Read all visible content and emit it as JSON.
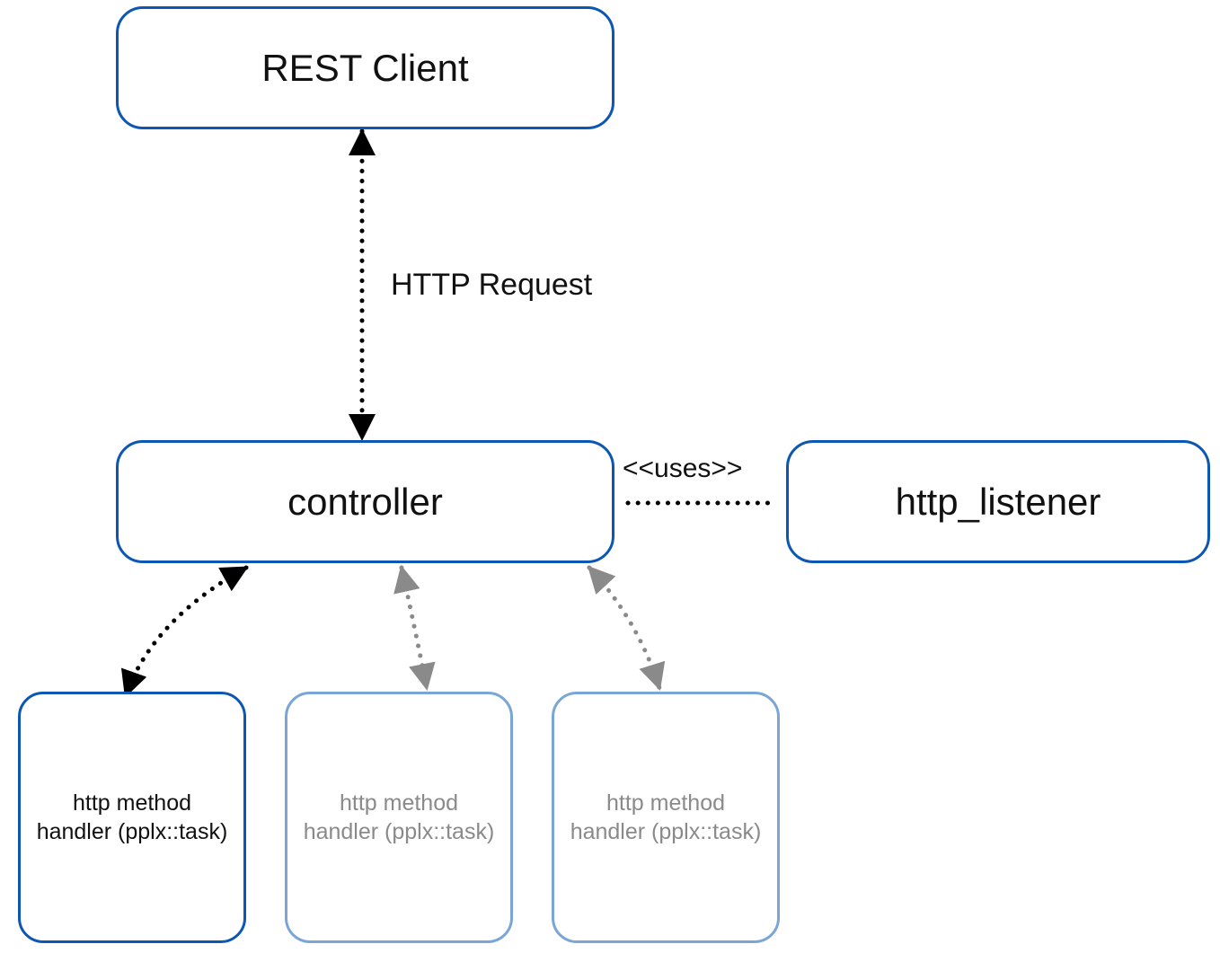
{
  "nodes": {
    "client": "REST Client",
    "controller": "controller",
    "listener": "http_listener"
  },
  "edges": {
    "request_label": "HTTP Request",
    "uses_label": "<<uses>>"
  },
  "handlers": [
    {
      "line1": "http method",
      "line2": "handler (pplx::task)",
      "state": "active"
    },
    {
      "line1": "http method",
      "line2": "handler (pplx::task)",
      "state": "faded"
    },
    {
      "line1": "http method",
      "line2": "handler (pplx::task)",
      "state": "faded"
    }
  ],
  "colors": {
    "border": "#0b57b3",
    "border_faded": "#79a6d6",
    "connector": "#000000",
    "connector_faded": "#8a8a8a"
  }
}
